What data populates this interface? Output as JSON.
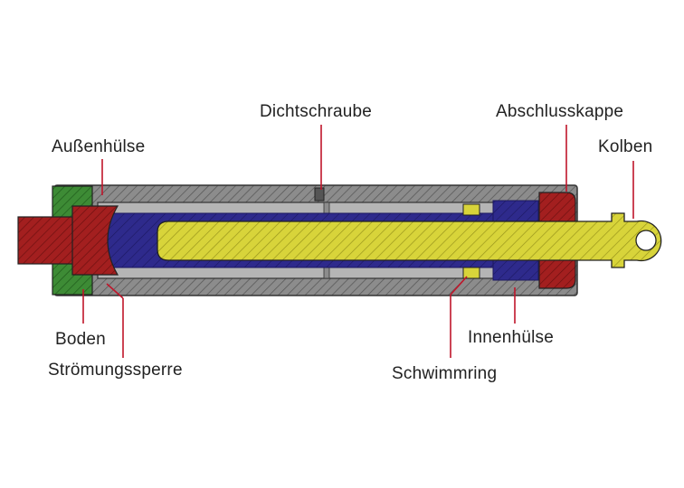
{
  "labels": {
    "dichtschraube": "Dichtschraube",
    "abschlusskappe": "Abschlusskappe",
    "aussenhuelse": "Außenhülse",
    "kolben": "Kolben",
    "boden": "Boden",
    "stroemungssperre": "Strömungssperre",
    "innenhuelse": "Innenhülse",
    "schwimmring": "Schwimmring"
  },
  "colors": {
    "housing": "#8c8c8c",
    "housing_hatch": "#5a5a5a",
    "oil": "#2e2a8c",
    "piston": "#d8d43a",
    "end_cap": "#a31f1f",
    "base_ring": "#3d8b35",
    "inner_sleeve": "#b5b5b5",
    "leader": "#c0152a"
  }
}
